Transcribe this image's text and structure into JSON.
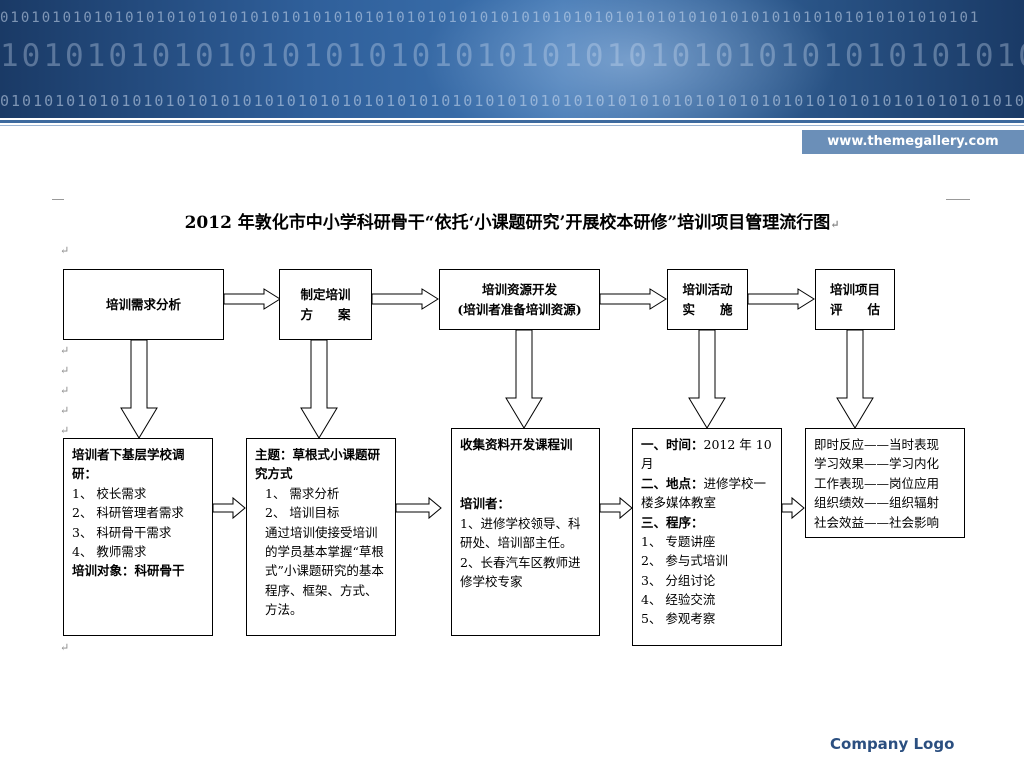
{
  "header": {
    "binary_row_small": "0101010101010101010101010101010101010101010101010101010101010101010101010101010101010101010101",
    "binary_row_large": "1010101010101010101010101010101010101010101010101010101010",
    "binary_row_bottom": "0101010101010101010101010101010101010101010101010101010101010101010101010101010101010101010101",
    "url": "www.themegallery.com"
  },
  "title": "2012 年敦化市中小学科研骨干“依托‘小课题研究’开展校本研修”培训项目管理流行图",
  "top_row": [
    {
      "lines": [
        "培训需求分析"
      ]
    },
    {
      "lines": [
        "制定培训",
        "方　　案"
      ]
    },
    {
      "lines": [
        "培训资源开发",
        "(培训者准备培训资源)"
      ]
    },
    {
      "lines": [
        "培训活动",
        "实　　施"
      ]
    },
    {
      "lines": [
        "培训项目",
        "评　　估"
      ]
    }
  ],
  "bottom": {
    "needs": {
      "heading": "培训者下基层学校调研：",
      "items": [
        "1、 校长需求",
        "2、 科研管理者需求",
        "3、 科研骨干需求",
        "4、 教师需求"
      ],
      "footer": "培训对象：科研骨干"
    },
    "plan": {
      "heading": "主题：草根式小课题研究方式",
      "items": [
        "1、 需求分析",
        "2、 培训目标"
      ],
      "body": "通过培训使接受培训的学员基本掌握“草根式”小课题研究的基本程序、框架、方式、方法。"
    },
    "resources": {
      "heading": "收集资料开发课程训",
      "trainers_label": "培训者：",
      "item1": "1、进修学校领导、科研处、培训部主任。",
      "item2": "2、长春汽车区教师进修学校专家"
    },
    "activity": {
      "time_label": "一、时间：",
      "time_value": "2012 年 10 月",
      "place_label": "二、地点：",
      "place_value": "进修学校一楼多媒体教室",
      "program_label": "三、程序：",
      "items": [
        "1、 专题讲座",
        "2、 参与式培训",
        "3、 分组讨论",
        "4、 经验交流",
        "5、 参观考察"
      ]
    },
    "evaluation": {
      "items": [
        "即时反应——当时表现",
        "学习效果——学习内化",
        "工作表现——岗位应用",
        "组织绩效——组织辐射",
        "社会效益——社会影响"
      ]
    }
  },
  "paragraph_mark": "↵",
  "footer": {
    "logo": "Company Logo"
  },
  "colors": {
    "banner": "#2f5f9a",
    "url_bar": "#6b8fb8",
    "logo": "#2b4f80"
  }
}
